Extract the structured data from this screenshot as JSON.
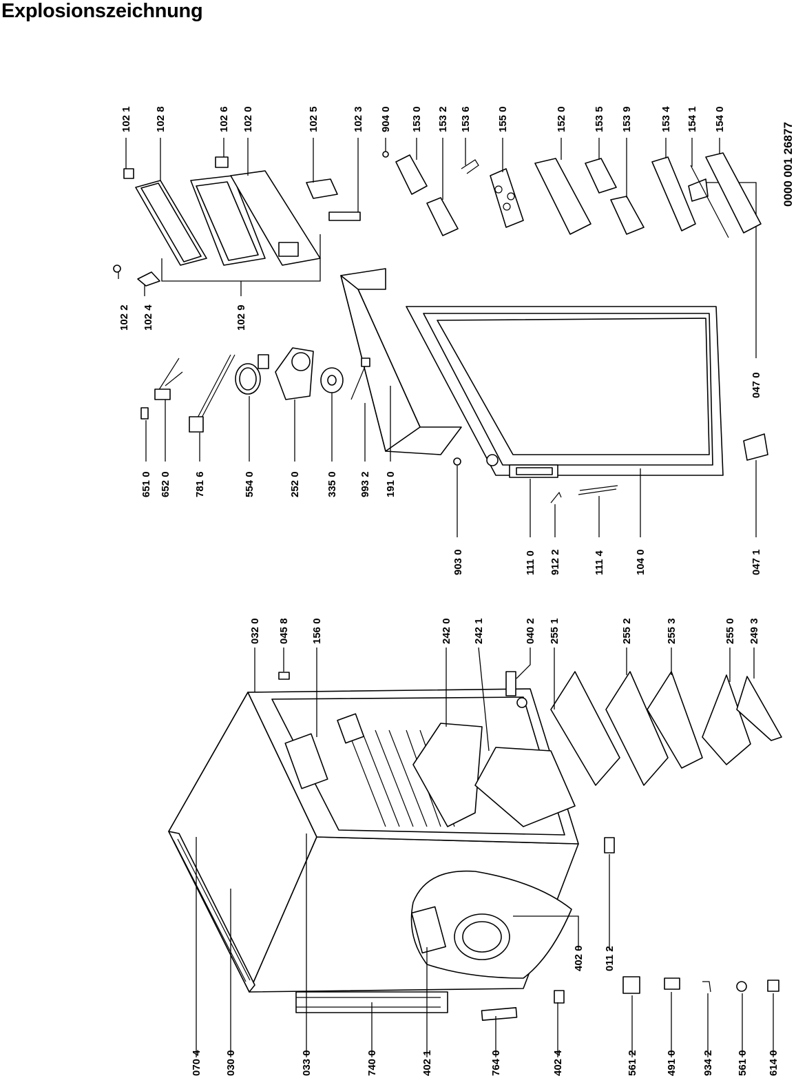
{
  "title": "Explosionszeichnung",
  "document_number": "0000 001 26877",
  "part_labels": [
    "070 4",
    "030 0",
    "033 0",
    "740 0",
    "402 1",
    "764 0",
    "402 4",
    "561 2",
    "491 0",
    "934 2",
    "561 0",
    "614 0",
    "402 0",
    "011 2",
    "032 0",
    "045 8",
    "156 0",
    "242 0",
    "242 1",
    "040 2",
    "255 1",
    "255 2",
    "255 3",
    "255 0",
    "249 3",
    "903 0",
    "111 0",
    "912 2",
    "111 4",
    "104 0",
    "047 1",
    "047 0",
    "651 0",
    "652 0",
    "781 6",
    "554 0",
    "252 0",
    "335 0",
    "993 2",
    "191 0",
    "102 2",
    "102 4",
    "102 9",
    "102 1",
    "102 8",
    "102 6",
    "102 0",
    "102 5",
    "102 3",
    "904 0",
    "153 0",
    "153 2",
    "153 6",
    "155 0",
    "152 0",
    "153 5",
    "153 9",
    "153 4",
    "154 1",
    "154 0"
  ]
}
